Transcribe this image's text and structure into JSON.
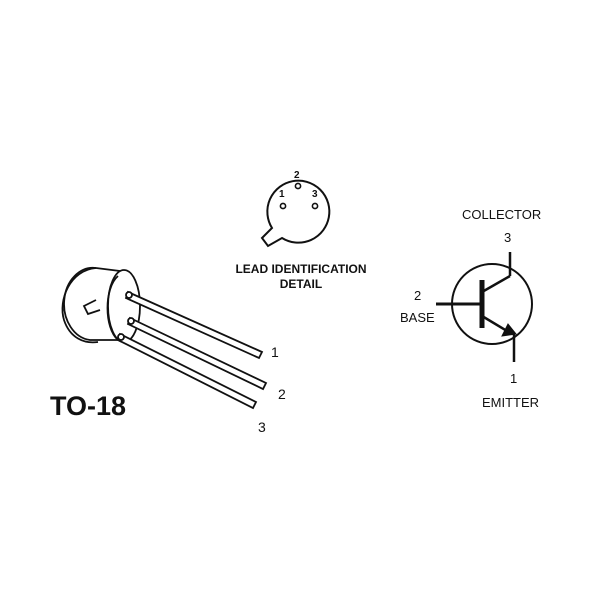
{
  "package": {
    "name": "TO-18",
    "lead_numbers": [
      "1",
      "2",
      "3"
    ]
  },
  "lead_detail": {
    "pin_labels": [
      "1",
      "2",
      "3"
    ],
    "caption_line1": "LEAD IDENTIFICATION",
    "caption_line2": "DETAIL"
  },
  "symbol": {
    "collector_label": "COLLECTOR",
    "collector_pin": "3",
    "base_label": "BASE",
    "base_pin": "2",
    "emitter_label": "EMITTER",
    "emitter_pin": "1"
  },
  "colors": {
    "ink": "#111111",
    "background": "#ffffff"
  }
}
